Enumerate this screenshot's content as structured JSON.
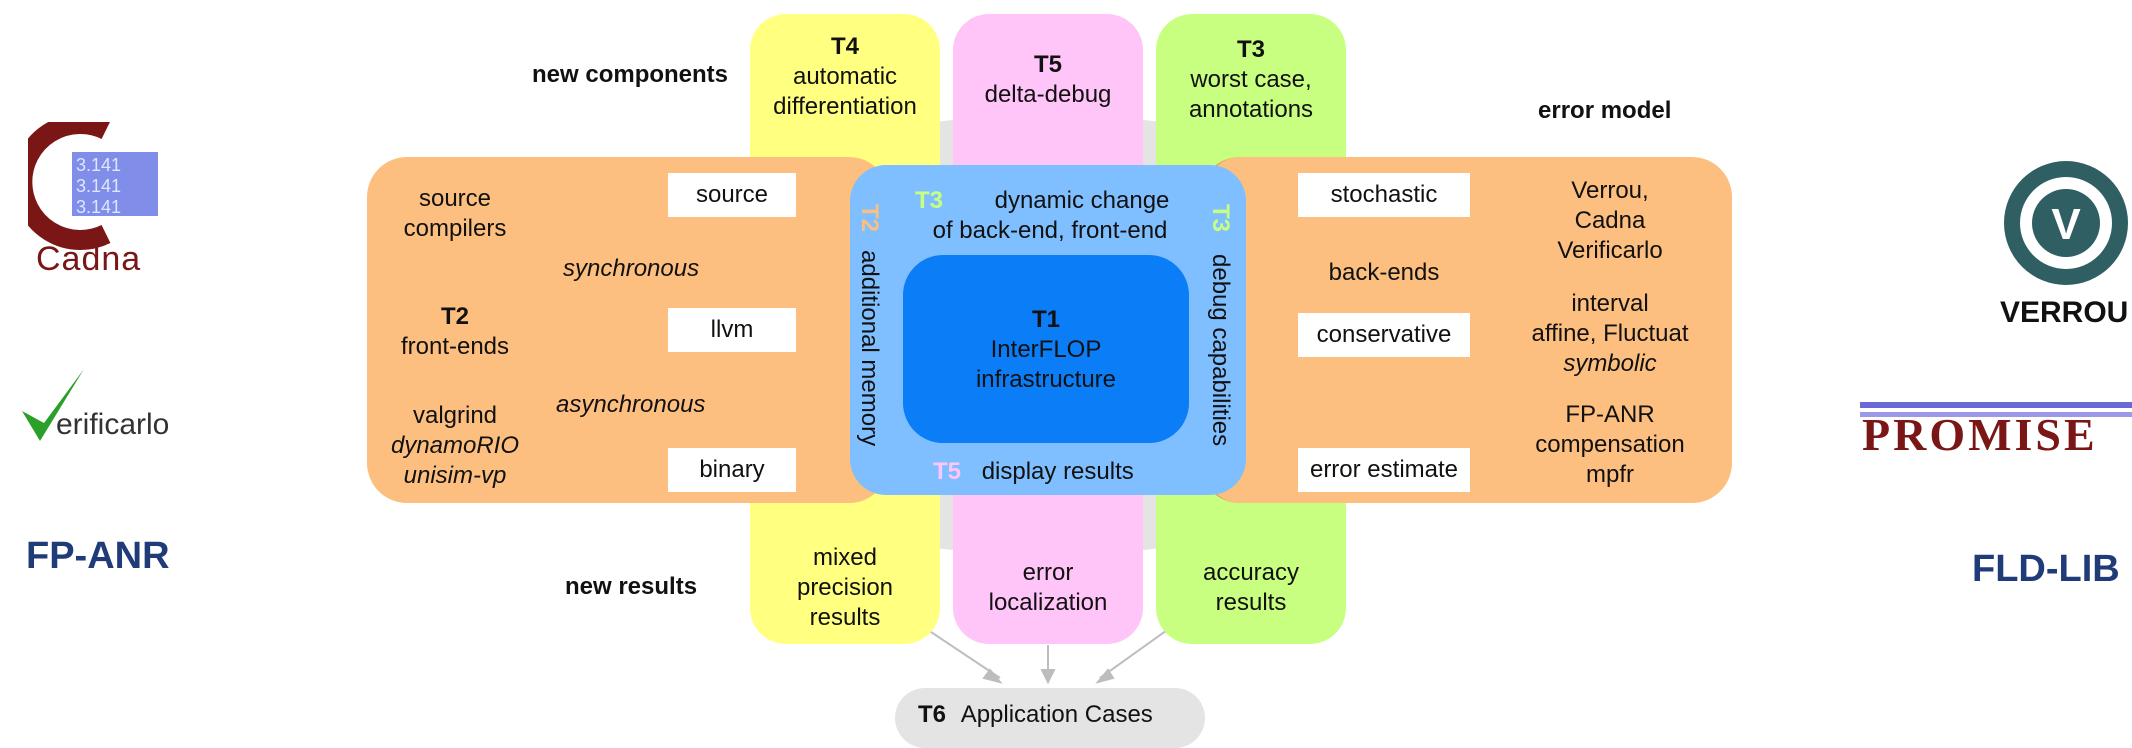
{
  "left_logos": {
    "cadna": "Cadna",
    "cadna_grid": [
      "3.141",
      "3.141",
      "3.141"
    ],
    "verificarlo": "erificarlo",
    "fp_anr": "FP-ANR"
  },
  "right_logos": {
    "verrou": "VERROU",
    "verrou_letter": "V",
    "promise": "PROMISE",
    "fld_lib": "FLD-LIB"
  },
  "top_labels": {
    "new_components": "new components",
    "error_model": "error model",
    "new_results": "new results"
  },
  "top_cols": {
    "t4": {
      "tag": "T4",
      "l1": "automatic",
      "l2": "differentiation"
    },
    "t5": {
      "tag": "T5",
      "l1": "delta-debug"
    },
    "t3": {
      "tag": "T3",
      "l1": "worst case,",
      "l2": "annotations"
    }
  },
  "bottom_cols": {
    "mixed": [
      "mixed",
      "precision",
      "results"
    ],
    "error": [
      "error",
      "localization"
    ],
    "accuracy": [
      "accuracy",
      "results"
    ]
  },
  "left_panel": {
    "source_compilers": [
      "source",
      "compilers"
    ],
    "t2": "T2",
    "front_ends": "front-ends",
    "valgrind": "valgrind",
    "dynamorio": "dynamoRIO",
    "unisim": "unisim-vp",
    "synchronous": "synchronous",
    "asynchronous": "asynchronous",
    "boxes": [
      "source",
      "llvm",
      "binary"
    ]
  },
  "center": {
    "t3_tag": "T3",
    "dynamic": [
      "dynamic  change",
      "of back-end, front-end"
    ],
    "t2_vert_tag": "T2",
    "additional_memory": "additional memory",
    "t3_vert_tag": "T3",
    "debug_capabilities": "debug capabilities",
    "t1": "T1",
    "interflop": [
      "InterFLOP",
      "infrastructure"
    ],
    "t5_tag": "T5",
    "display_results": "display results"
  },
  "right_panel": {
    "boxes": [
      "stochastic",
      "conservative",
      "error estimate"
    ],
    "back_ends": "back-ends",
    "verrou_list": [
      "Verrou,",
      "Cadna",
      "Verificarlo"
    ],
    "interval": [
      "interval",
      "affine, Fluctuat"
    ],
    "symbolic": "symbolic",
    "fpanr": [
      "FP-ANR",
      "compensation",
      "mpfr"
    ]
  },
  "bottom": {
    "t6": "T6",
    "application_cases": "Application Cases"
  },
  "colors": {
    "orange": "#fdbf7f",
    "yellow": "#ffff80",
    "pink": "#ffc4f8",
    "green": "#c8ff80",
    "lightblue": "#7fbfff",
    "blue": "#0a7df7",
    "grey": "#e4e4e4",
    "navy": "#1f3b78",
    "maroon": "#7b1616"
  }
}
